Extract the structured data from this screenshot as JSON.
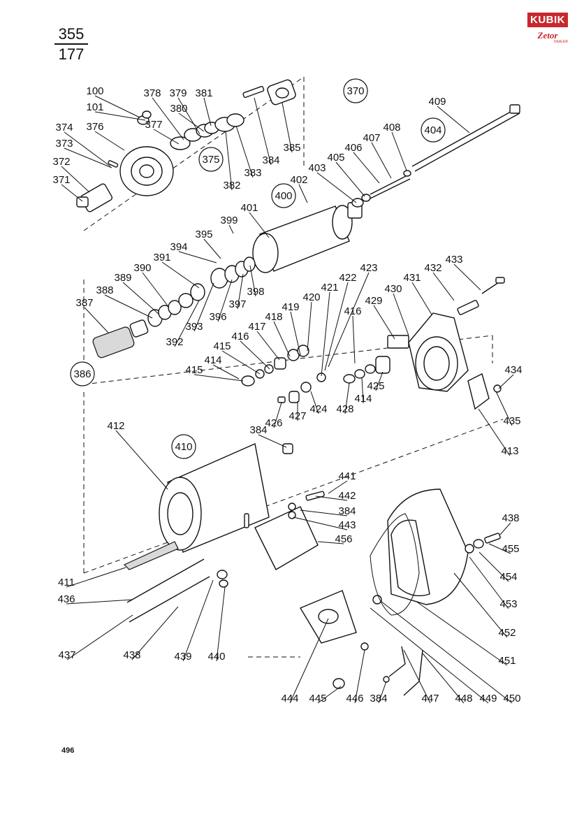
{
  "header": {
    "page_top": "355",
    "page_bottom": "177",
    "footer_page": "496"
  },
  "logo": {
    "brand": "KUBIK",
    "sub": "Zetor",
    "dealer": "DEALER"
  },
  "groups": {
    "g370": "370",
    "g375": "375",
    "g386": "386",
    "g400": "400",
    "g404": "404",
    "g410": "410"
  },
  "parts": [
    "100",
    "101",
    "374",
    "373",
    "372",
    "371",
    "376",
    "377",
    "378",
    "379",
    "380",
    "381",
    "382",
    "383",
    "384",
    "385",
    "409",
    "408",
    "407",
    "406",
    "405",
    "403",
    "402",
    "401",
    "399",
    "395",
    "394",
    "391",
    "390",
    "389",
    "388",
    "387",
    "392",
    "393",
    "396",
    "397",
    "398",
    "433",
    "432",
    "431",
    "430",
    "429",
    "423",
    "422",
    "421",
    "420",
    "419",
    "418",
    "417",
    "416",
    "415",
    "414",
    "415",
    "416",
    "414",
    "428",
    "425",
    "426",
    "427",
    "424",
    "384",
    "434",
    "435",
    "413",
    "412",
    "411",
    "436",
    "437",
    "438",
    "439",
    "440",
    "441",
    "442",
    "384",
    "443",
    "456",
    "438",
    "455",
    "454",
    "453",
    "452",
    "451",
    "450",
    "449",
    "448",
    "447",
    "384",
    "446",
    "445",
    "444"
  ]
}
